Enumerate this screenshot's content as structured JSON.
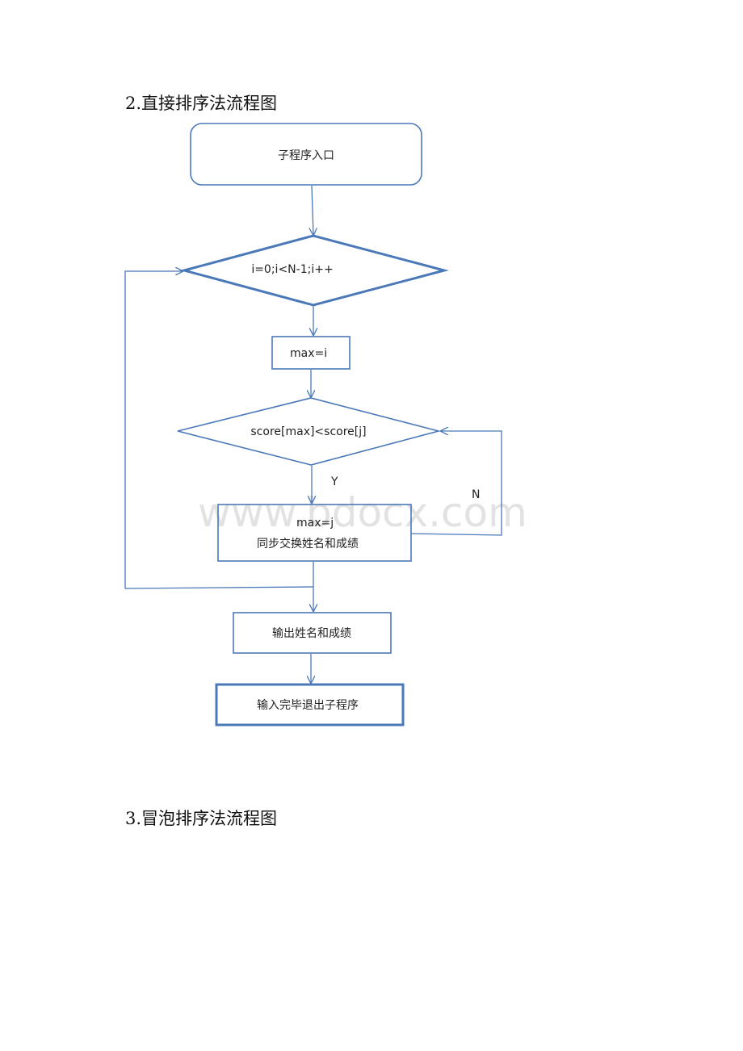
{
  "section2": {
    "heading": "2.直接排序法流程图"
  },
  "section3": {
    "heading": "3.冒泡排序法流程图"
  },
  "flowchart": {
    "start": "子程序入口",
    "loop_condition": "i=0;i<N-1;i++",
    "assign_max": "max=i",
    "compare_condition": "score[max]<score[j]",
    "yes_label": "Y",
    "no_label": "N",
    "swap_line1": "max=j",
    "swap_line2": "同步交换姓名和成绩",
    "output": "输出姓名和成绩",
    "end": "输入完毕退出子程序",
    "stroke_color": "#4a78b8"
  },
  "watermark": "www.bdocx.com"
}
